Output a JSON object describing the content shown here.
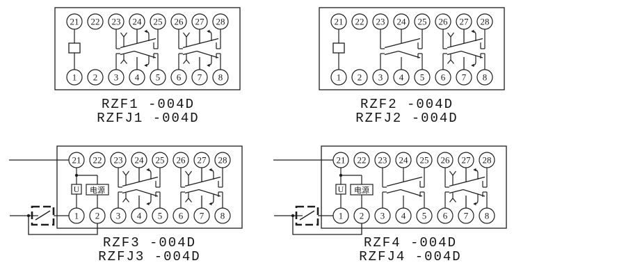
{
  "figure": {
    "background": "#ffffff",
    "line_color": "#1d1d1d",
    "common_leg_color": "#6e6e6e"
  },
  "power_module": {
    "voltage_label": "U",
    "power_label": "电源"
  },
  "diagrams": [
    {
      "name": "rzf1",
      "label1": "RZF1 -004D",
      "label2": "RZFJ1 -004D",
      "top_terminals": [
        "21",
        "22",
        "23",
        "24",
        "25",
        "26",
        "27",
        "28"
      ],
      "bottom_terminals": [
        "1",
        "2",
        "3",
        "4",
        "5",
        "6",
        "7",
        "8"
      ],
      "left_contact_style": "decorated",
      "right_contact_style": "decorated",
      "input_circuit": "coil",
      "external_wiring": false
    },
    {
      "name": "rzf2",
      "label1": "RZF2 -004D",
      "label2": "RZFJ2 -004D",
      "top_terminals": [
        "21",
        "22",
        "23",
        "24",
        "25",
        "26",
        "27",
        "28"
      ],
      "bottom_terminals": [
        "1",
        "2",
        "3",
        "4",
        "5",
        "6",
        "7",
        "8"
      ],
      "left_contact_style": "plain",
      "right_contact_style": "decorated",
      "input_circuit": "coil",
      "external_wiring": false
    },
    {
      "name": "rzf3",
      "label1": "RZF3 -004D",
      "label2": "RZFJ3 -004D",
      "top_terminals": [
        "21",
        "22",
        "23",
        "24",
        "25",
        "26",
        "27",
        "28"
      ],
      "bottom_terminals": [
        "1",
        "2",
        "3",
        "4",
        "5",
        "6",
        "7",
        "8"
      ],
      "left_contact_style": "decorated",
      "right_contact_style": "decorated",
      "input_circuit": "power_module",
      "external_wiring": true
    },
    {
      "name": "rzf4",
      "label1": "RZF4 -004D",
      "label2": "RZFJ4 -004D",
      "top_terminals": [
        "21",
        "22",
        "23",
        "24",
        "25",
        "26",
        "27",
        "28"
      ],
      "bottom_terminals": [
        "1",
        "2",
        "3",
        "4",
        "5",
        "6",
        "7",
        "8"
      ],
      "left_contact_style": "plain",
      "right_contact_style": "decorated",
      "input_circuit": "power_module",
      "external_wiring": true
    }
  ]
}
